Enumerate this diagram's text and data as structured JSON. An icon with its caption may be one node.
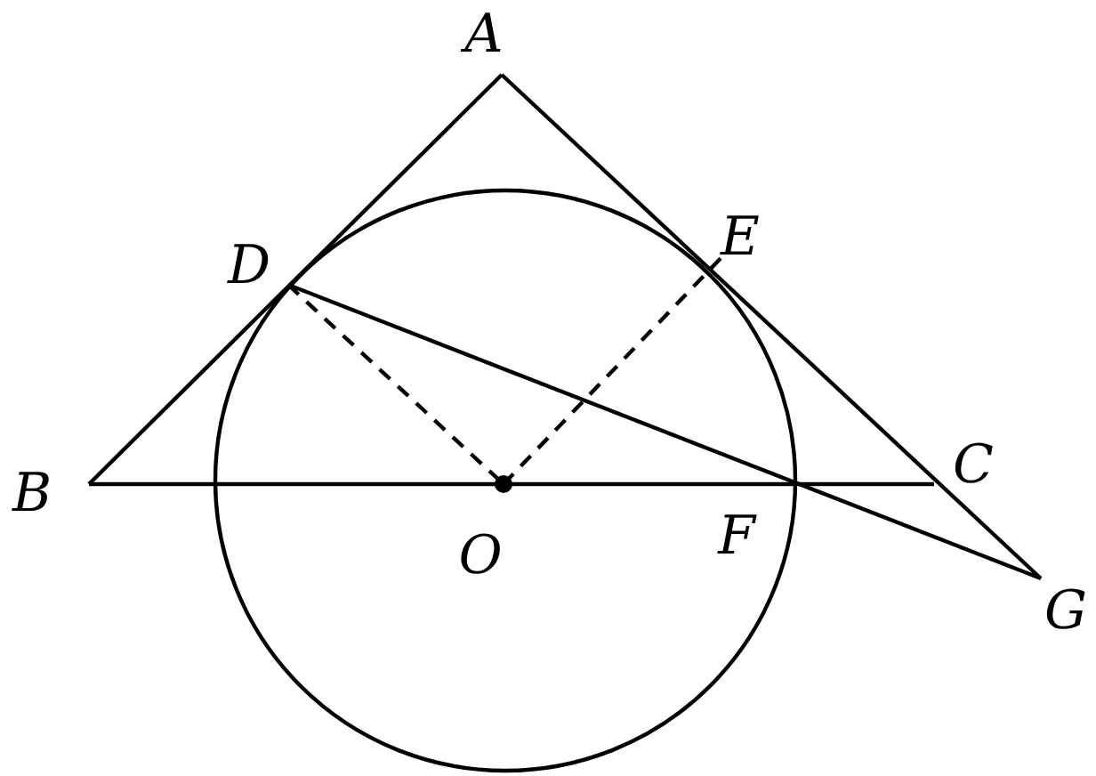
{
  "diagram": {
    "labels": [
      "A",
      "D",
      "E",
      "B",
      "C",
      "O",
      "F",
      "G"
    ]
  }
}
